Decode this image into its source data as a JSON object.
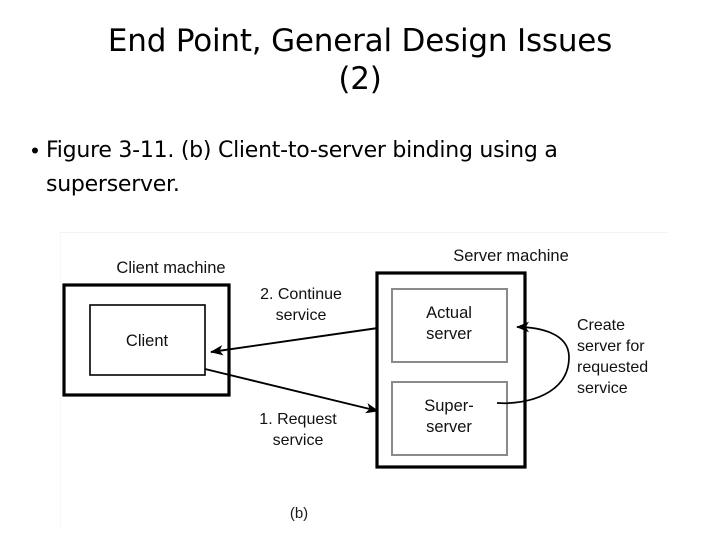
{
  "slide": {
    "title": "End Point, General Design Issues\n(2)",
    "bullets": [
      {
        "marker": "•",
        "text": "Figure 3-11. (b) Client-to-server binding using a superserver."
      }
    ],
    "figure_caption": "(b)"
  },
  "figure": {
    "client_machine_label": "Client machine",
    "client_label": "Client",
    "server_machine_label": "Server machine",
    "actual_server_label_line1": "Actual",
    "actual_server_label_line2": "server",
    "super_server_label_line1": "Super-",
    "super_server_label_line2": "server",
    "flow_continue_line1": "2. Continue",
    "flow_continue_line2": "service",
    "flow_request_line1": "1. Request",
    "flow_request_line2": "service",
    "create_line1": "Create",
    "create_line2": "server for",
    "create_line3": "requested",
    "create_line4": "service"
  },
  "colors": {
    "background": "#ffffff",
    "text": "#000000",
    "outer_box_border": "#000000",
    "inner_box_border_gray": "#8a8a8a",
    "arrow": "#000000"
  }
}
